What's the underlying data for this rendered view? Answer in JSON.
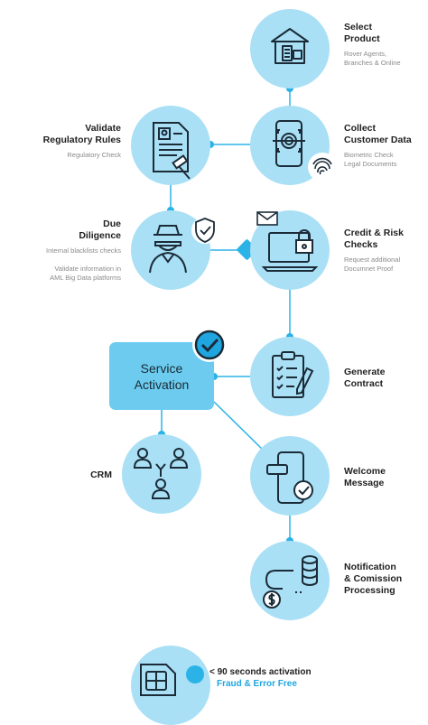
{
  "steps": {
    "select_product": {
      "title": "Select\nProduct",
      "sub": "Rover Agents,\nBranches & Online"
    },
    "collect_customer_data": {
      "title": "Collect\nCustomer Data",
      "sub": "Biometric Check\nLegal Documents"
    },
    "validate_regulatory_rules": {
      "title": "Validate\nRegulatory Rules",
      "sub": "Regulatory Check"
    },
    "due_diligence": {
      "title": "Due\nDiligence",
      "sub": "Internal blacklists checks\n\nValidate information in\nAML Big Data platforms"
    },
    "credit_risk_checks": {
      "title": "Credit & Risk\nChecks",
      "sub": "Request additional\nDocumnet Proof"
    },
    "service_activation": {
      "title": "Service\nActivation"
    },
    "generate_contract": {
      "title": "Generate\nContract"
    },
    "crm": {
      "title": "CRM"
    },
    "welcome_message": {
      "title": "Welcome\nMessage"
    },
    "notification": {
      "title": "Notification\n& Comission\nProcessing"
    }
  },
  "footer": {
    "line1": "< 90 seconds activation",
    "line2": "Fraud & Error Free"
  },
  "colors": {
    "circle_fill": "#a9e0f5",
    "connector": "#2bb3e8",
    "service_box": "#6ccbef",
    "icon_stroke": "#1b2b38",
    "accent_text": "#1fa6e0"
  }
}
